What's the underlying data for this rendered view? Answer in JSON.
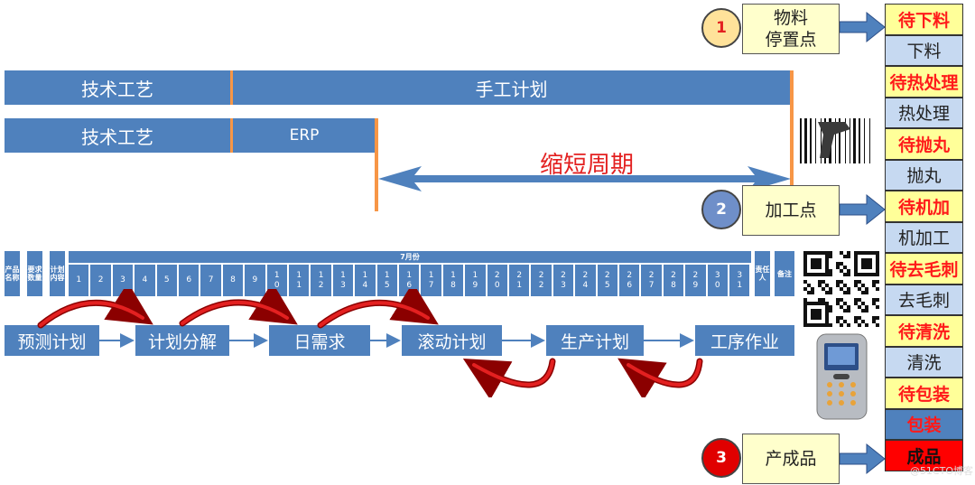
{
  "top_bars": {
    "craft_1": "技术工艺",
    "manual_plan": "手工计划",
    "craft_2": "技术工艺",
    "erp": "ERP"
  },
  "shorten_label": "缩短周期",
  "schedule_table": {
    "col_product_name": "产品名称",
    "col_required_qty": "要求数量",
    "col_plan_content": "计划内容",
    "month": "7月份",
    "days": [
      "1",
      "2",
      "3",
      "4",
      "5",
      "6",
      "7",
      "8",
      "9",
      "10",
      "11",
      "12",
      "13",
      "14",
      "15",
      "16",
      "17",
      "18",
      "19",
      "20",
      "21",
      "22",
      "23",
      "24",
      "25",
      "26",
      "27",
      "28",
      "29",
      "30",
      "31"
    ],
    "col_owner": "责任人",
    "col_note": "备注"
  },
  "flow": {
    "forecast": "预测计划",
    "decompose": "计划分解",
    "daily_demand": "日需求",
    "rolling": "滚动计划",
    "production": "生产计划",
    "operation": "工序作业"
  },
  "callouts": {
    "material_stop": "物料\n停置点",
    "processing": "加工点",
    "finished": "产成品"
  },
  "markers": {
    "m1": "1",
    "m2": "2",
    "m3": "3"
  },
  "process_steps": [
    {
      "label": "待下料",
      "state": "wait"
    },
    {
      "label": "下料",
      "state": "done"
    },
    {
      "label": "待热处理",
      "state": "wait"
    },
    {
      "label": "热处理",
      "state": "done"
    },
    {
      "label": "待抛丸",
      "state": "wait"
    },
    {
      "label": "抛丸",
      "state": "done"
    },
    {
      "label": "待机加",
      "state": "wait"
    },
    {
      "label": "机加工",
      "state": "done"
    },
    {
      "label": "待去毛刺",
      "state": "wait"
    },
    {
      "label": "去毛刺",
      "state": "done"
    },
    {
      "label": "待清洗",
      "state": "wait"
    },
    {
      "label": "清洗",
      "state": "done"
    },
    {
      "label": "待包装",
      "state": "wait"
    },
    {
      "label": "包装",
      "state": "done-red"
    },
    {
      "label": "成品",
      "state": "final"
    }
  ],
  "watermark": "@51CTO博客",
  "colors": {
    "blue": "#4f81bd",
    "orange": "#f79646",
    "wait_bg": "#ffff99",
    "wait_text": "#ff1a1a",
    "done_bg": "#c6d9f1",
    "final_bg": "#ff0000"
  }
}
